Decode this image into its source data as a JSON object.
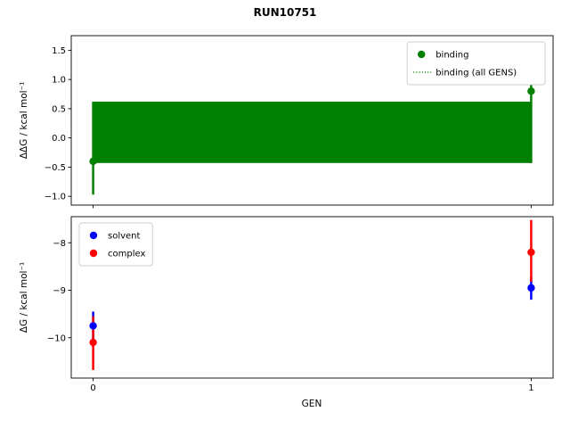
{
  "figure": {
    "title": "RUN10751",
    "xlabel": "GEN",
    "background": "#ffffff"
  },
  "chart_data": [
    {
      "type": "scatter",
      "name": "binding-subplot",
      "ylabel": "ΔΔG / kcal mol⁻¹",
      "xlim": [
        -0.05,
        1.05
      ],
      "ylim": [
        -1.15,
        1.75
      ],
      "yticks": [
        -1.0,
        -0.5,
        0.0,
        0.5,
        1.0,
        1.5
      ],
      "yticklabels": [
        "−1.0",
        "−0.5",
        "0.0",
        "0.5",
        "1.0",
        "1.5"
      ],
      "xticks": [
        0,
        1
      ],
      "xticklabels": [
        "0",
        "1"
      ],
      "show_xticklabels": false,
      "grid": false,
      "band": {
        "label": "binding (all GENS)",
        "color": "#008000",
        "line_style": "dotted",
        "x_start": 0.0,
        "x_end": 1.0,
        "y_low": -0.43,
        "y_high": 0.62
      },
      "series": [
        {
          "name": "binding",
          "color": "#008000",
          "marker": "circle",
          "x": [
            0,
            1
          ],
          "y": [
            -0.4,
            0.8
          ],
          "err_low": [
            -0.97,
            -0.43
          ],
          "err_high": [
            0.62,
            1.62
          ]
        }
      ],
      "legend": {
        "position": "top-right",
        "items": [
          {
            "label": "binding",
            "glyph": "dot",
            "color": "#008000"
          },
          {
            "label": "binding (all GENS)",
            "glyph": "dotted-line",
            "color": "#008000"
          }
        ]
      }
    },
    {
      "type": "scatter",
      "name": "dg-subplot",
      "ylabel": "ΔG / kcal mol⁻¹",
      "xlim": [
        -0.05,
        1.05
      ],
      "ylim": [
        -10.85,
        -7.45
      ],
      "yticks": [
        -10,
        -9,
        -8
      ],
      "yticklabels": [
        "−10",
        "−9",
        "−8"
      ],
      "xticks": [
        0,
        1
      ],
      "xticklabels": [
        "0",
        "1"
      ],
      "show_xticklabels": true,
      "grid": false,
      "series": [
        {
          "name": "solvent",
          "color": "#0000ff",
          "marker": "circle",
          "x": [
            0,
            1
          ],
          "y": [
            -9.75,
            -8.95
          ],
          "err_low": [
            -10.1,
            -9.2
          ],
          "err_high": [
            -9.45,
            -8.72
          ]
        },
        {
          "name": "complex",
          "color": "#ff0000",
          "marker": "circle",
          "x": [
            0,
            1
          ],
          "y": [
            -10.1,
            -8.2
          ],
          "err_low": [
            -10.68,
            -8.82
          ],
          "err_high": [
            -9.55,
            -7.52
          ]
        }
      ],
      "legend": {
        "position": "top-left",
        "items": [
          {
            "label": "solvent",
            "glyph": "dot",
            "color": "#0000ff"
          },
          {
            "label": "complex",
            "glyph": "dot",
            "color": "#ff0000"
          }
        ]
      }
    }
  ]
}
